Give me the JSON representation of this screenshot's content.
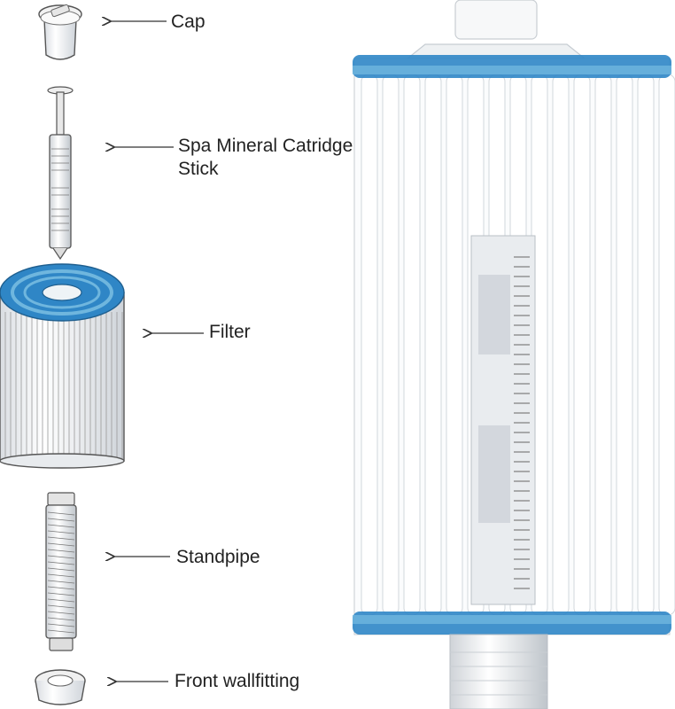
{
  "labels": {
    "cap": "Cap",
    "mineral_stick": "Spa Mineral Catridge Stick",
    "filter": "Filter",
    "standpipe": "Standpipe",
    "front_wallfitting": "Front wallfitting"
  },
  "colors": {
    "filter_accent": "#2f86c6",
    "filter_accent_light": "#6fb6de",
    "outline": "#555555",
    "pleat_fill": "#f4f6f8"
  },
  "icons": [
    "arrow-left-icon"
  ]
}
